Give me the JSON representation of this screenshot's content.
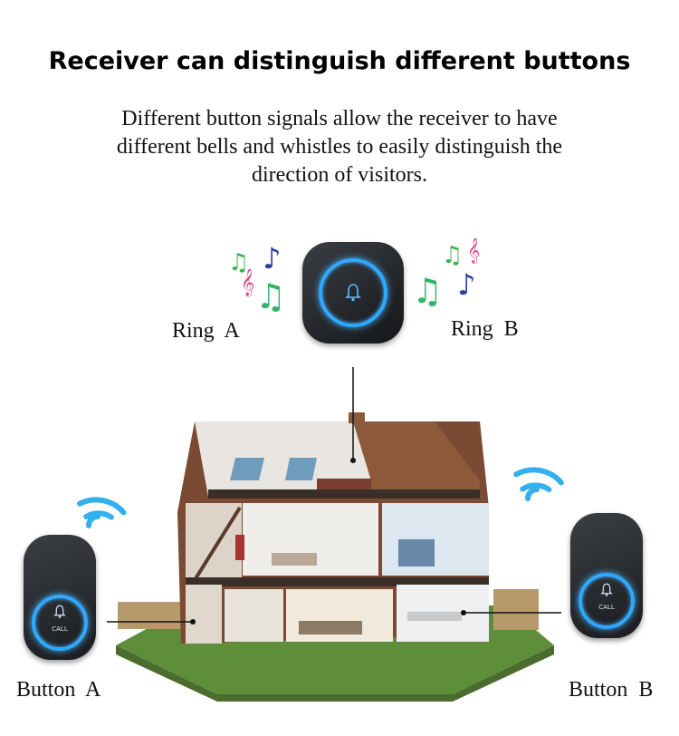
{
  "title": "Receiver can distinguish different buttons",
  "description": "Different button signals allow the receiver to have different bells and whistles to easily distinguish the direction of visitors.",
  "labels": {
    "ring_a": "Ring  A",
    "ring_b": "Ring  B",
    "button_a": "Button  A",
    "button_b": "Button  B",
    "call": "CALL"
  },
  "colors": {
    "glow": "#2fa8ff",
    "device": "#1e2024"
  },
  "icons": [
    "music-notes-icon",
    "bell-icon",
    "wifi-signal-icon"
  ]
}
